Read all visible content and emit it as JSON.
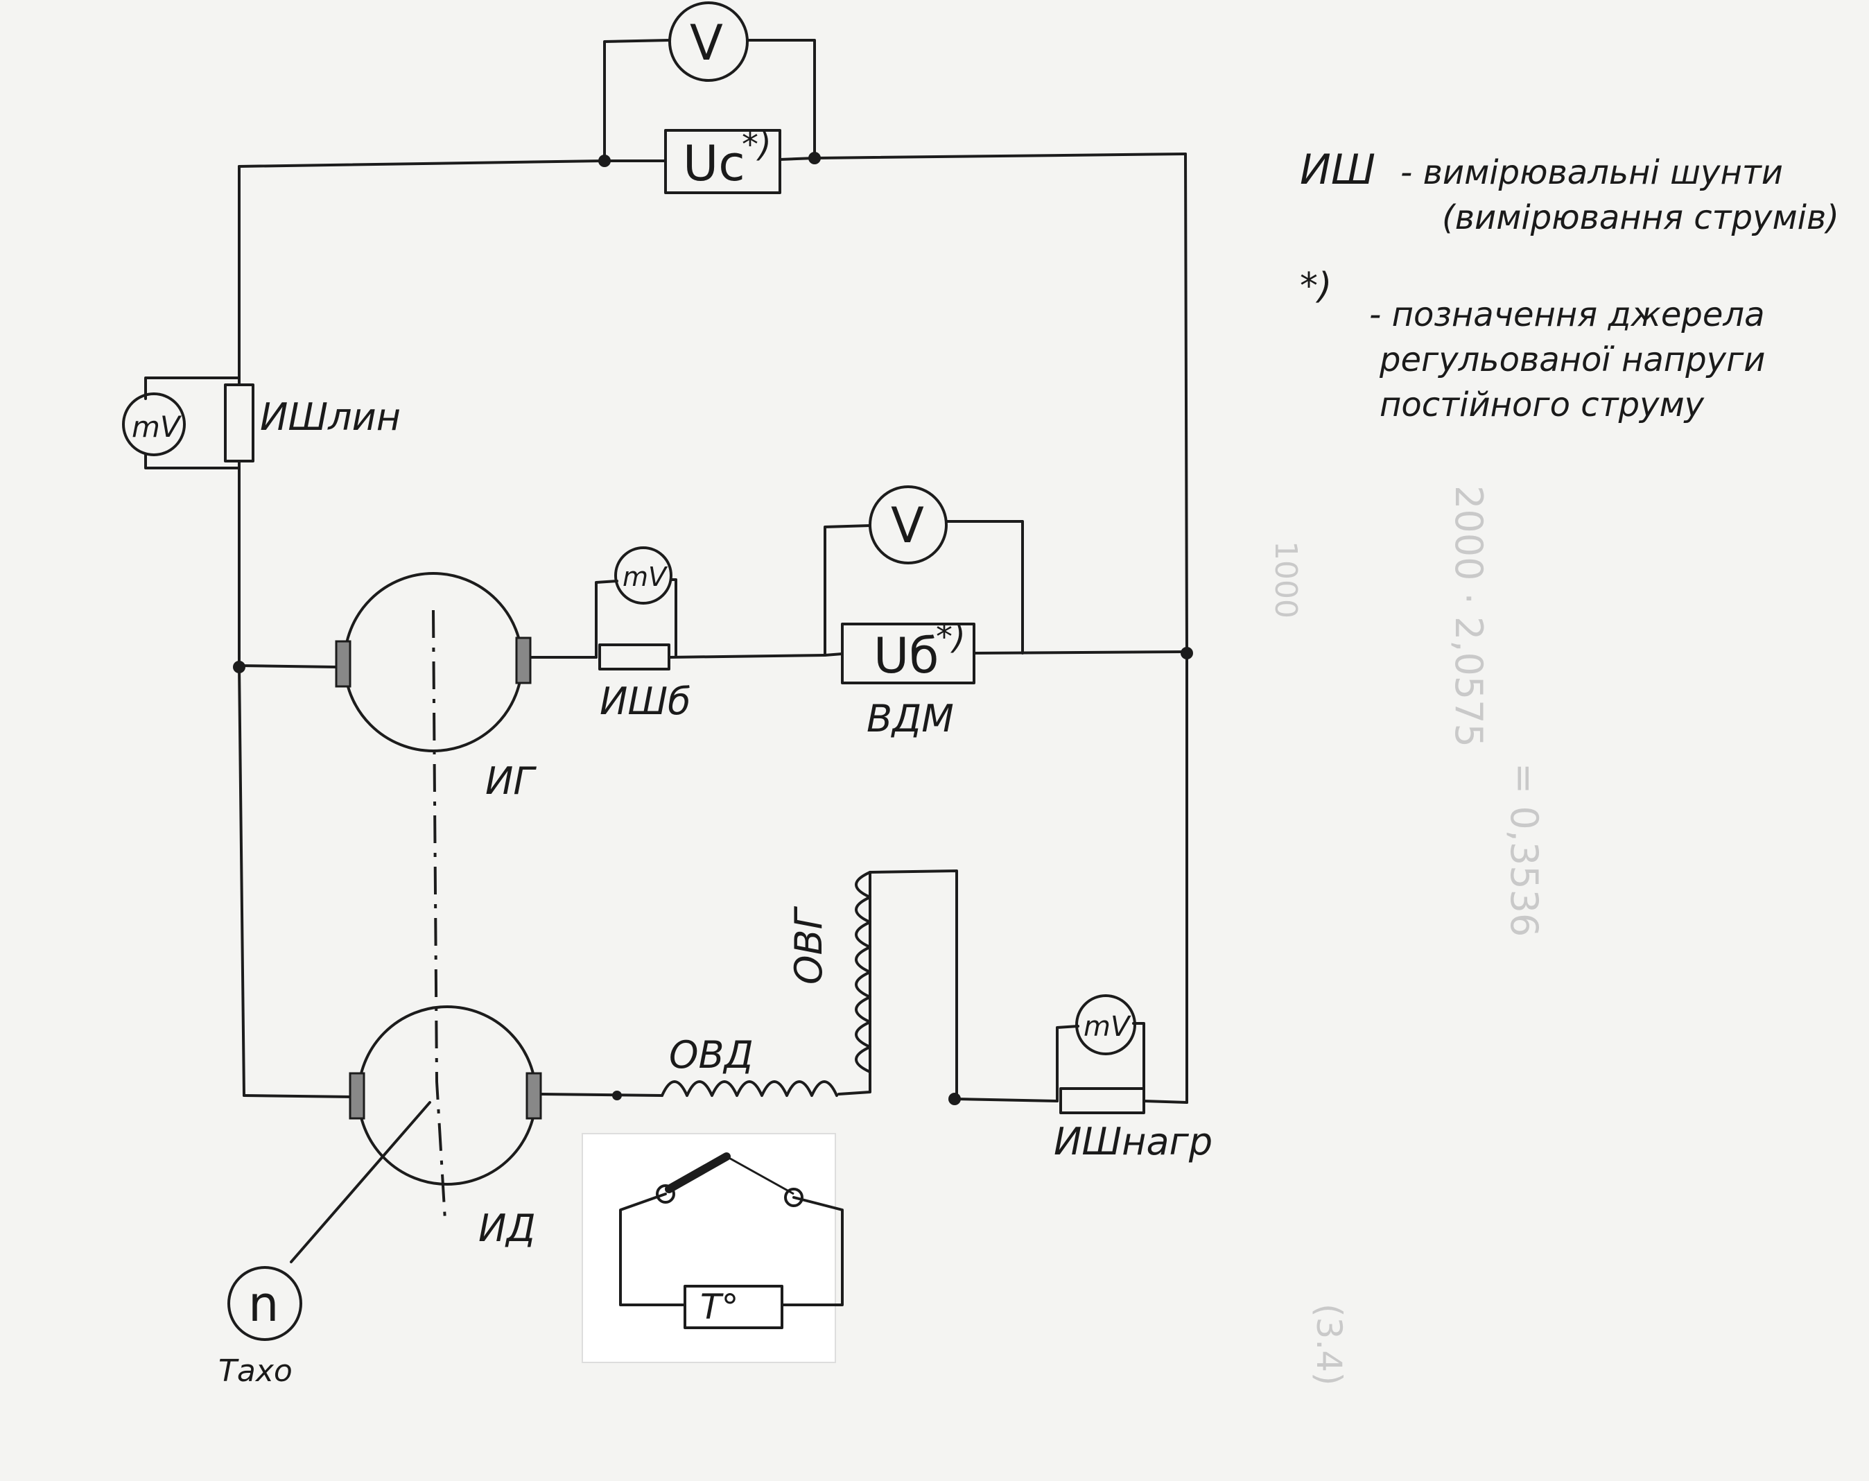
{
  "diagram": {
    "legend": {
      "shunt_abbr": "ИШ",
      "shunt_desc_line1": "- вимірювальні шунти",
      "shunt_desc_line2": "(вимірювання струмів)",
      "star_mark": "*)",
      "star_desc_line1": "- позначення джерела",
      "star_desc_line2": "регульованої напруги",
      "star_desc_line3": "постійного струму"
    },
    "components": {
      "source_c": "Uc",
      "source_c_mark": "*)",
      "source_b": "Uб",
      "source_b_mark": "*)",
      "vdm": "ВДМ",
      "voltmeter": "V",
      "millivoltmeter": "mV",
      "shunt_line": "ИШлин",
      "shunt_b": "ИШб",
      "shunt_load": "ИШнагр",
      "generator": "ИГ",
      "motor": "ИД",
      "field_gen": "ОВГ",
      "field_motor": "ОВД",
      "tacho_symbol": "n",
      "tacho_label": "Тахо",
      "thermo_label": "T°"
    },
    "background_bleed": [
      "(3.4)",
      "2000 · 2,0575",
      "1000",
      "= 0,3536"
    ]
  }
}
